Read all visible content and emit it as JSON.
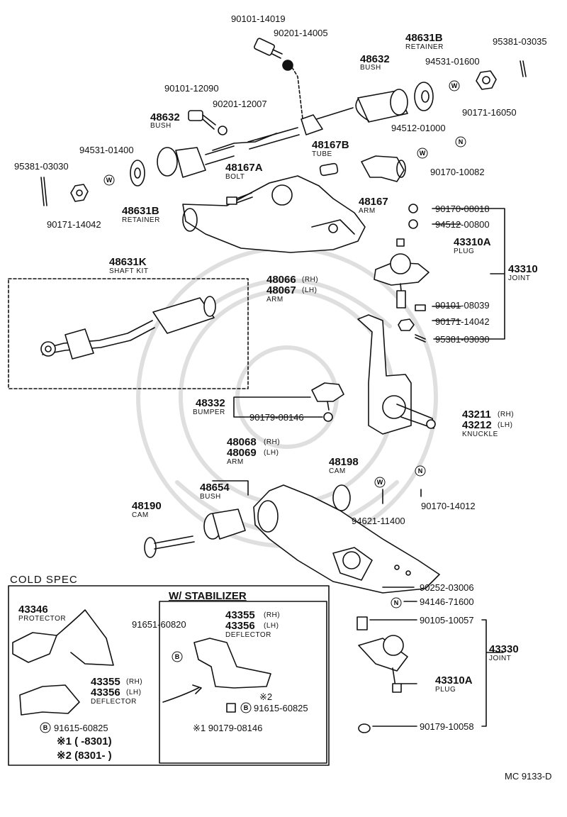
{
  "labels": {
    "p90101_14019": "90101-14019",
    "p90201_14005": "90201-14005",
    "p48631b_top": "48631B",
    "retainer_top": "RETAINER",
    "p95381_03035": "95381-03035",
    "p48632_top": "48632",
    "bush_top": "BUSH",
    "p94531_01600": "94531-01600",
    "p90101_12090": "90101-12090",
    "p90201_12007": "90201-12007",
    "p48632_left": "48632",
    "bush_left": "BUSH",
    "p90171_16050": "90171-16050",
    "p94512_01000": "94512-01000",
    "p48167b": "48167B",
    "tube": "TUBE",
    "p94531_01400": "94531-01400",
    "p90170_10082": "90170-10082",
    "p95381_03030_top": "95381-03030",
    "p48167a": "48167A",
    "bolt": "BOLT",
    "p48167": "48167",
    "arm_48167": "ARM",
    "p48631b_left": "48631B",
    "retainer_left": "RETAINER",
    "p90171_14042_left": "90171-14042",
    "p90170_08018": "90170-08018",
    "p94512_00800": "94512-00800",
    "p43310a_top": "43310A",
    "plug_top": "PLUG",
    "p43310": "43310",
    "joint_top": "JOINT",
    "p48631k": "48631K",
    "shaft_kit": "SHAFT KIT",
    "p48066": "48066",
    "rh_48066": "(RH)",
    "p48067": "48067",
    "lh_48067": "(LH)",
    "arm_upper": "ARM",
    "p90101_08039": "90101-08039",
    "p90171_14042_right": "90171-14042",
    "p95381_03030_right": "95381-03030",
    "p48332": "48332",
    "bumper": "BUMPER",
    "p90179_08146": "90179-08146",
    "p43211": "43211",
    "rh_43211": "(RH)",
    "p43212": "43212",
    "lh_43212": "(LH)",
    "knuckle": "KNUCKLE",
    "p48068": "48068",
    "rh_48068": "(RH)",
    "p48069": "48069",
    "lh_48069": "(LH)",
    "arm_lower": "ARM",
    "p48198": "48198",
    "cam_48198": "CAM",
    "p48654": "48654",
    "bush_48654": "BUSH",
    "p48190": "48190",
    "cam_48190": "CAM",
    "p94621_11400": "94621-11400",
    "p90170_14012": "90170-14012",
    "cold_spec": "COLD  SPEC",
    "w_stabilizer": "W/ STABILIZER",
    "p43346": "43346",
    "protector": "PROTECTOR",
    "p91651_60820": "91651-60820",
    "p43355_inner": "43355",
    "rh_43355_inner": "(RH)",
    "p43356_inner": "43356",
    "lh_43356_inner": "(LH)",
    "deflector_inner": "DEFLECTOR",
    "p43355_left": "43355",
    "rh_43355_left": "(RH)",
    "p43356_left": "43356",
    "lh_43356_left": "(LH)",
    "deflector_left": "DEFLECTOR",
    "star2_label": "※2",
    "p91615_60825_right": "91615-60825",
    "p91615_60825_left": "91615-60825",
    "note_star1_part": "※1 90179-08146",
    "note1": "※1 (       -8301)",
    "note2": "※2 (8301-        )",
    "p90252_03006": "90252-03006",
    "p94146_71600": "94146-71600",
    "p90105_10057": "90105-10057",
    "p43330": "43330",
    "joint_lower": "JOINT",
    "p43310a_lower": "43310A",
    "plug_lower": "PLUG",
    "p90179_10058": "90179-10058",
    "footer_code": "MC  9133-D"
  },
  "icon_letters": {
    "washer_w": "W",
    "nut_n": "N",
    "bolt_b": "B"
  }
}
